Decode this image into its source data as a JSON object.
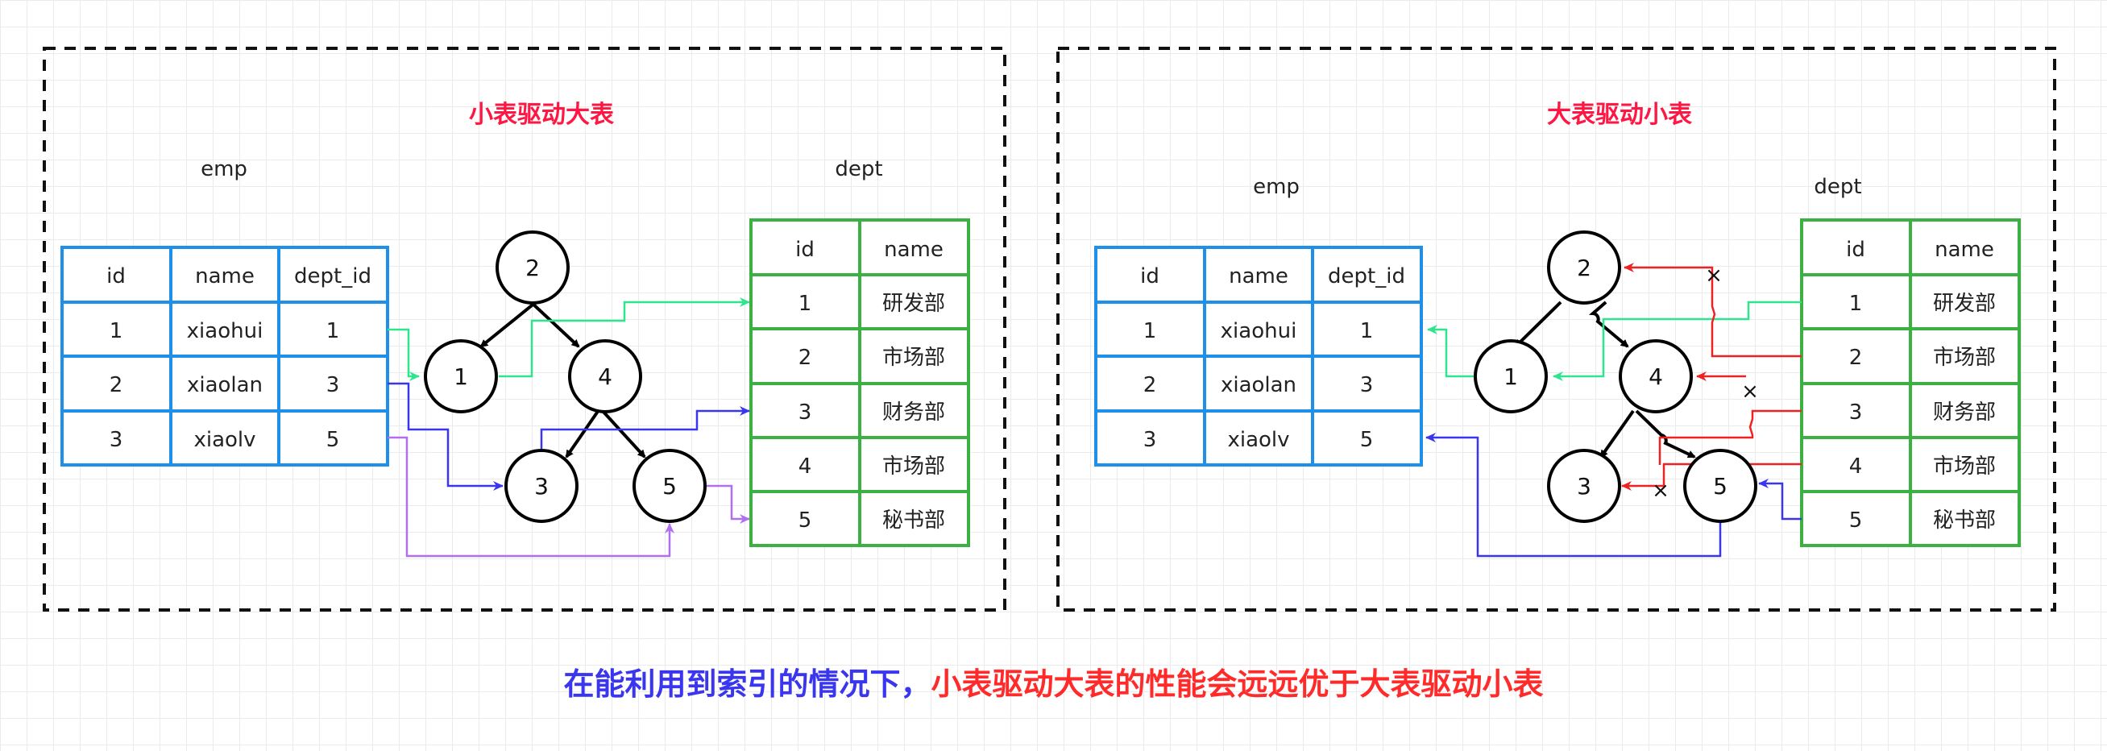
{
  "panels": [
    {
      "title": "小表驱动大表",
      "emp_label": "emp",
      "dept_label": "dept",
      "emp": {
        "headers": [
          "id",
          "name",
          "dept_id"
        ],
        "rows": [
          [
            "1",
            "xiaohui",
            "1"
          ],
          [
            "2",
            "xiaolan",
            "3"
          ],
          [
            "3",
            "xiaolv",
            "5"
          ]
        ]
      },
      "dept": {
        "headers": [
          "id",
          "name"
        ],
        "rows": [
          [
            "1",
            "研发部"
          ],
          [
            "2",
            "市场部"
          ],
          [
            "3",
            "财务部"
          ],
          [
            "4",
            "市场部"
          ],
          [
            "5",
            "秘书部"
          ]
        ]
      },
      "tree": [
        "2",
        "1",
        "4",
        "3",
        "5"
      ]
    },
    {
      "title": "大表驱动小表",
      "emp_label": "emp",
      "dept_label": "dept",
      "emp": {
        "headers": [
          "id",
          "name",
          "dept_id"
        ],
        "rows": [
          [
            "1",
            "xiaohui",
            "1"
          ],
          [
            "2",
            "xiaolan",
            "3"
          ],
          [
            "3",
            "xiaolv",
            "5"
          ]
        ]
      },
      "dept": {
        "headers": [
          "id",
          "name"
        ],
        "rows": [
          [
            "1",
            "研发部"
          ],
          [
            "2",
            "市场部"
          ],
          [
            "3",
            "财务部"
          ],
          [
            "4",
            "市场部"
          ],
          [
            "5",
            "秘书部"
          ]
        ]
      },
      "tree": [
        "2",
        "1",
        "4",
        "3",
        "5"
      ],
      "miss_mark": "×"
    }
  ],
  "caption": {
    "part1": "在能利用到索引的情况下，",
    "part2": "小表驱动大表的性能会远远优于大表驱动小表"
  },
  "colors": {
    "table": "#1e90ea",
    "dept_table": "#3cb043",
    "green_link": "#2ee58e",
    "blue_link": "#3a35ee",
    "purple_link": "#b06ef0",
    "red_link": "#ee2222",
    "title": "#ff1744"
  }
}
